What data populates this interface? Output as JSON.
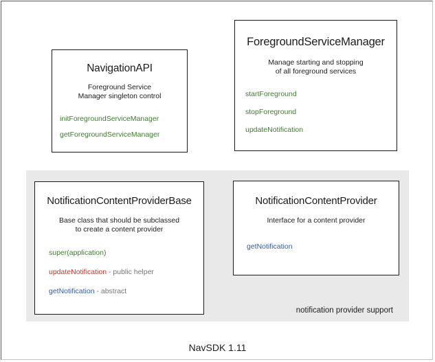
{
  "diagram": {
    "caption": "NavSDK 1.11",
    "group": {
      "label": "notification provider support",
      "background_color": "#e9e9e9"
    },
    "colors": {
      "method_green": "#3f7c2e",
      "method_blue": "#2f5aa8",
      "method_red": "#c0392b",
      "note_gray": "#767676",
      "box_border": "#1a1a1a",
      "text": "#1c1c1c"
    },
    "boxes": [
      {
        "name": "navigation-api",
        "title": "NavigationAPI",
        "description_lines": [
          "Foreground Service",
          "Manager singleton control"
        ],
        "members": [
          {
            "label": "initForegroundServiceManager",
            "color": "green",
            "note": ""
          },
          {
            "label": "getForegroundServiceManager",
            "color": "green",
            "note": ""
          }
        ]
      },
      {
        "name": "foreground-service-manager",
        "title": "ForegroundServiceManager",
        "description_lines": [
          "Manage starting and stopping",
          "of all foreground services"
        ],
        "members": [
          {
            "label": "startForeground",
            "color": "green",
            "note": ""
          },
          {
            "label": "stopForeground",
            "color": "green",
            "note": ""
          },
          {
            "label": "updateNotification",
            "color": "green",
            "note": ""
          }
        ]
      },
      {
        "name": "notification-content-provider-base",
        "title": "NotificationContentProviderBase",
        "description_lines": [
          "Base class that should be subclassed",
          "to create a content provider"
        ],
        "members": [
          {
            "label": "super(application)",
            "color": "green",
            "note": ""
          },
          {
            "label": "updateNotification",
            "color": "red",
            "note": " - public helper"
          },
          {
            "label": "getNotification",
            "color": "blue",
            "note": " - abstract"
          }
        ]
      },
      {
        "name": "notification-content-provider",
        "title": "NotificationContentProvider",
        "description_lines": [
          "Interface for a content provider"
        ],
        "members": [
          {
            "label": "getNotification",
            "color": "blue",
            "note": ""
          }
        ]
      }
    ]
  }
}
